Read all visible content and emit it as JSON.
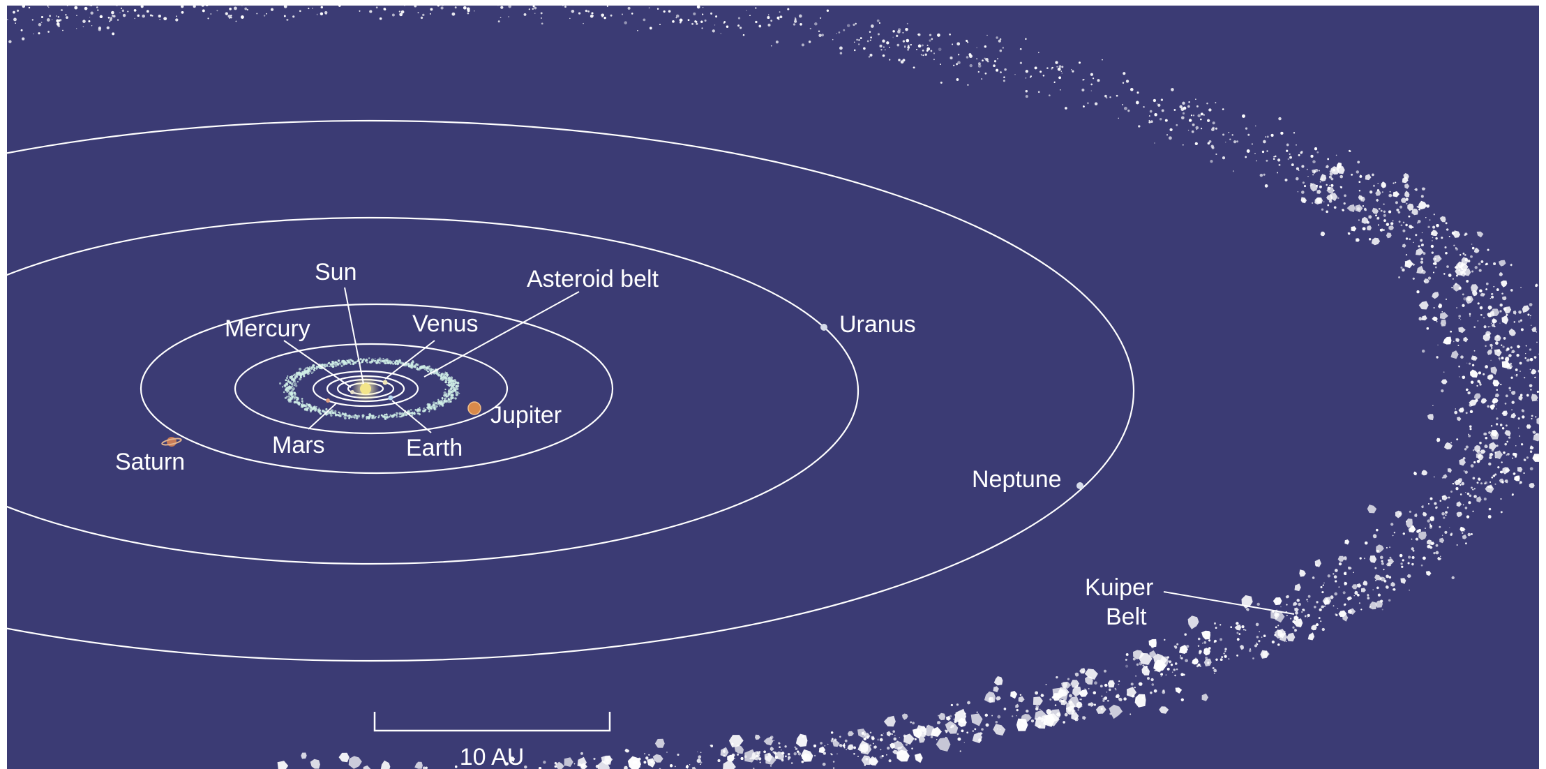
{
  "colors": {
    "background": "#3b3b74",
    "orbit_line": "#ffffff",
    "label_text": "#ffffff",
    "debris": "#ffffff",
    "asteroid": "#cfeee6",
    "sun": "#f3e58a",
    "jupiter": "#d98a4a",
    "saturn": "#c97b57",
    "ice_giant": "#d6dbea"
  },
  "labels": {
    "sun": "Sun",
    "asteroid_belt": "Asteroid belt",
    "mercury": "Mercury",
    "venus": "Venus",
    "mars": "Mars",
    "earth": "Earth",
    "jupiter": "Jupiter",
    "saturn": "Saturn",
    "uranus": "Uranus",
    "neptune": "Neptune",
    "kuiper_line1": "Kuiper",
    "kuiper_line2": "Belt"
  },
  "scale_bar": {
    "label": "10 AU"
  }
}
